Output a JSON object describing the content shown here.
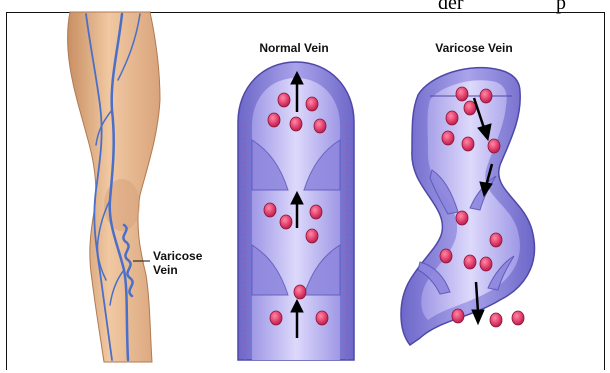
{
  "top_fragment": {
    "left": "der",
    "right": "p"
  },
  "labels": {
    "normal_vein": "Normal Vein",
    "varicose_vein": "Varicose Vein",
    "leg_callout_line1": "Varicose",
    "leg_callout_line2": "Vein"
  },
  "colors": {
    "skin": "#e4b48c",
    "vein_blue": "#4a6fc8",
    "vessel_wall": "#8c86dc",
    "vessel_inner": "#c8c4f2",
    "blood_cell": "#e03c6a",
    "arrow": "#000000"
  }
}
